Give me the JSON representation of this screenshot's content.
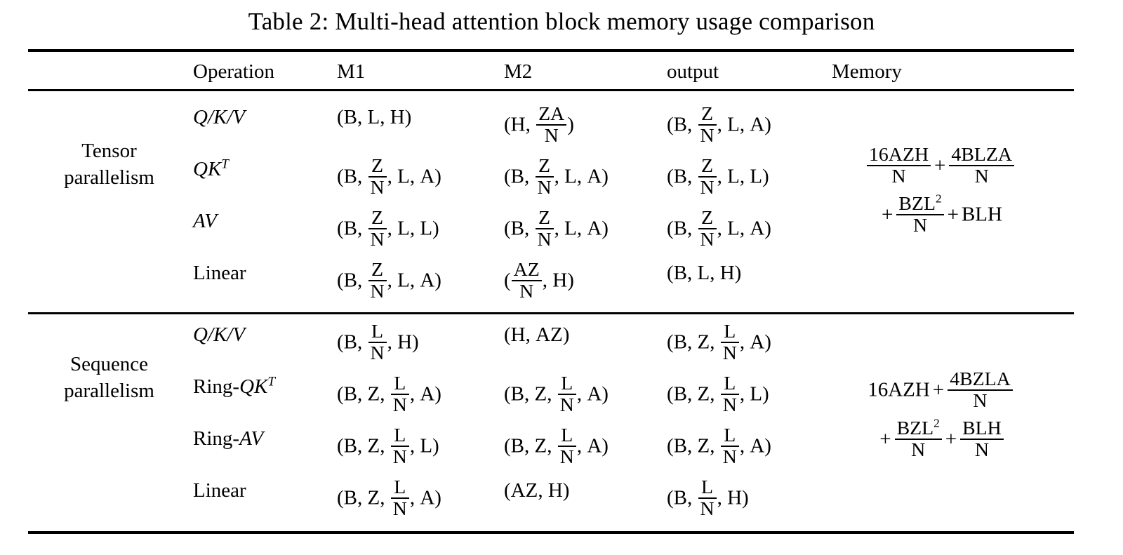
{
  "caption": "Table 2: Multi-head attention block memory usage comparison",
  "columns": {
    "operation": "Operation",
    "m1": "M1",
    "m2": "M2",
    "output": "output",
    "memory": "Memory"
  },
  "groups": [
    {
      "id": "tensor",
      "label_line1": "Tensor",
      "label_line2": "parallelism",
      "rows": [
        {
          "operation": "Q/K/V",
          "m1": "(B, L, H)",
          "m2": "(H, ZA/N)",
          "output": "(B, Z/N, L, A)"
        },
        {
          "operation": "QK^T",
          "m1": "(B, Z/N, L, A)",
          "m2": "(B, Z/N, L, A)",
          "output": "(B, Z/N, L, L)"
        },
        {
          "operation": "AV",
          "m1": "(B, Z/N, L, L)",
          "m2": "(B, Z/N, L, A)",
          "output": "(B, Z/N, L, A)"
        },
        {
          "operation": "Linear",
          "m1": "(B, Z/N, L, A)",
          "m2": "(AZ/N, H)",
          "output": "(B, L, H)"
        }
      ],
      "memory": "16AZH/N + 4BLZA/N + BZL^2/N + BLH",
      "memory_terms": {
        "t1_num": "16AZH",
        "t1_den": "N",
        "t2_num": "4BLZA",
        "t2_den": "N",
        "t3_num": "BZL",
        "t3_exp": "2",
        "t3_den": "N",
        "t4": "BLH"
      }
    },
    {
      "id": "sequence",
      "label_line1": "Sequence",
      "label_line2": "parallelism",
      "rows": [
        {
          "operation": "Q/K/V",
          "m1": "(B, L/N, H)",
          "m2": "(H, AZ)",
          "output": "(B, Z, L/N, A)"
        },
        {
          "operation": "Ring-QK^T",
          "m1": "(B, Z, L/N, A)",
          "m2": "(B, Z, L/N, A)",
          "output": "(B, Z, L/N, L)"
        },
        {
          "operation": "Ring-AV",
          "m1": "(B, Z, L/N, L)",
          "m2": "(B, Z, L/N, A)",
          "output": "(B, Z, L/N, A)"
        },
        {
          "operation": "Linear",
          "m1": "(B, Z, L/N, A)",
          "m2": "(AZ, H)",
          "output": "(B, L/N, H)"
        }
      ],
      "memory": "16AZH + 4BZLA/N + BZL^2/N + BLH/N",
      "memory_terms": {
        "t1": "16AZH",
        "t2_num": "4BZLA",
        "t2_den": "N",
        "t3_num": "BZL",
        "t3_exp": "2",
        "t3_den": "N",
        "t4_num": "BLH",
        "t4_den": "N"
      }
    }
  ],
  "symbols": {
    "Q": "Q",
    "K": "K",
    "V": "V",
    "A": "A",
    "T": "T",
    "B": "B",
    "L": "L",
    "H": "H",
    "Z": "Z",
    "N": "N",
    "slash": "/",
    "ring_prefix": "Ring-",
    "linear": "Linear",
    "plus": "+",
    "comma": ",",
    "lparen": "(",
    "rparen": ")"
  }
}
